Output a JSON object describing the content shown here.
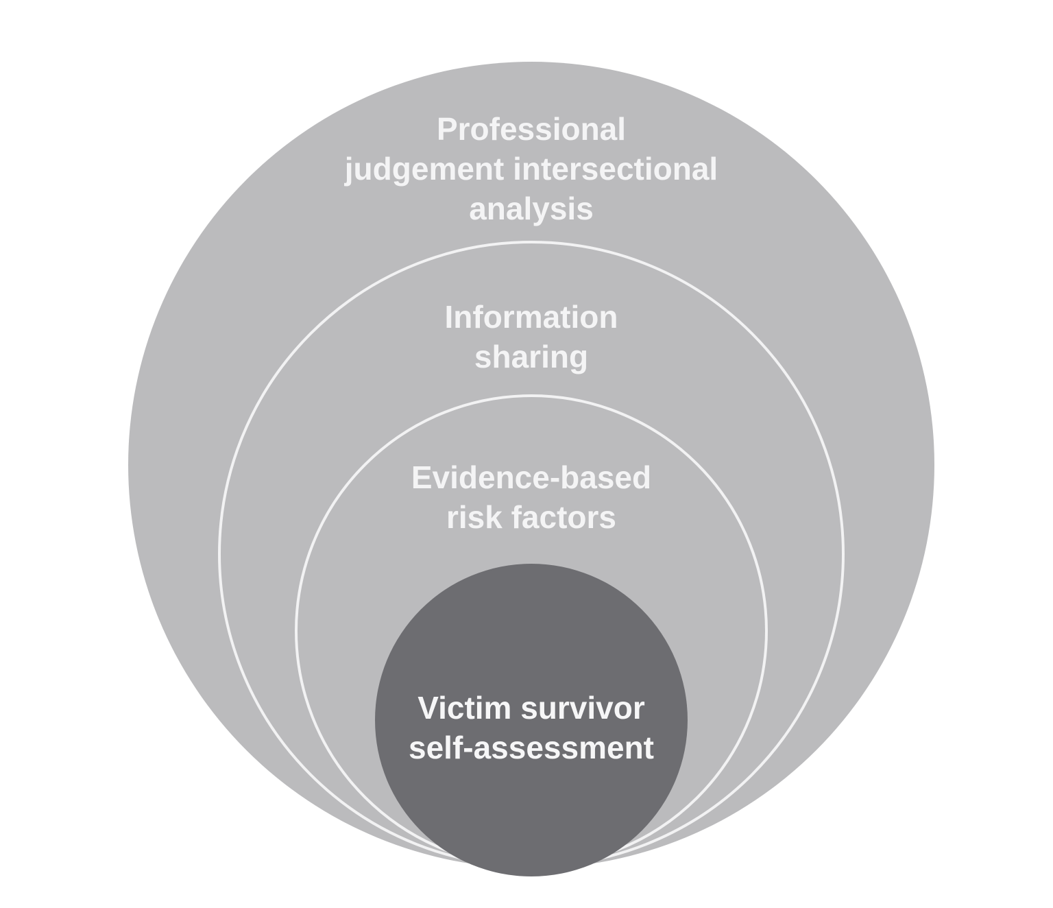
{
  "colors": {
    "outer_fill": "#bbbbbd",
    "ring_stroke": "#f2f2f3",
    "inner_fill": "#6d6d71",
    "light_text": "#f4f4f5",
    "inner_text": "#f6f6f7"
  },
  "layers": [
    {
      "id": "outer",
      "lines": [
        "Professional",
        "judgement intersectional",
        "analysis"
      ]
    },
    {
      "id": "ring2",
      "lines": [
        "Information",
        "sharing"
      ]
    },
    {
      "id": "ring3",
      "lines": [
        "Evidence-based",
        "risk factors"
      ]
    },
    {
      "id": "core",
      "lines": [
        "Victim survivor",
        "self-assessment"
      ]
    }
  ]
}
